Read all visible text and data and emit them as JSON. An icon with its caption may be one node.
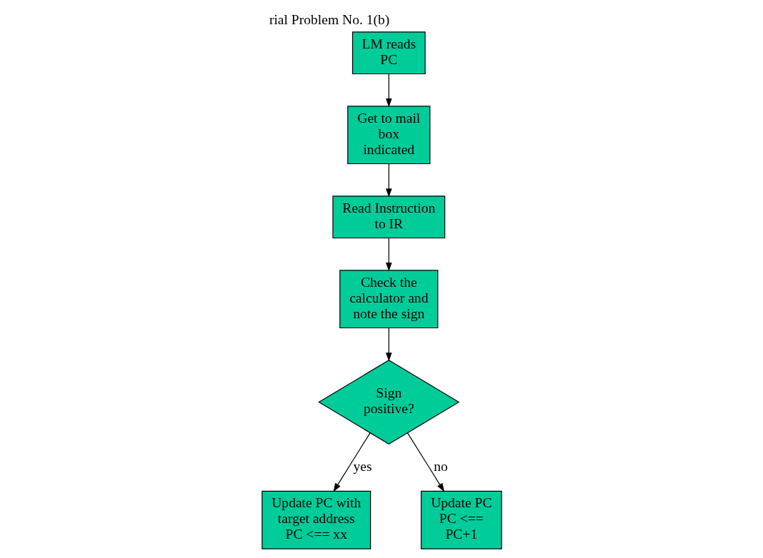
{
  "diagram": {
    "title": "rial Problem No. 1(b)",
    "nodes": [
      {
        "text": [
          "LM reads PC"
        ]
      },
      {
        "text": [
          "Get to mail box indicated"
        ]
      },
      {
        "text": [
          "Read Instruction to IR"
        ]
      },
      {
        "text": [
          "Check the calculator and note the sign"
        ]
      },
      {
        "text": [
          "Sign positive?"
        ]
      },
      {
        "text": [
          "Update PC with target address PC <== xx"
        ]
      },
      {
        "text": [
          "Update PC PC <== PC+1"
        ]
      }
    ],
    "edges": [
      {
        "from": 0,
        "to": 1,
        "arrow": "to"
      },
      {
        "from": 1,
        "to": 2,
        "arrow": "to"
      },
      {
        "from": 2,
        "to": 3,
        "arrow": "to"
      },
      {
        "from": 3,
        "to": 4,
        "arrow": "to"
      },
      {
        "from": 4,
        "to": 5,
        "arrow": "to",
        "label": "yes"
      },
      {
        "from": 4,
        "to": 6,
        "arrow": "to",
        "label": "no"
      }
    ]
  }
}
